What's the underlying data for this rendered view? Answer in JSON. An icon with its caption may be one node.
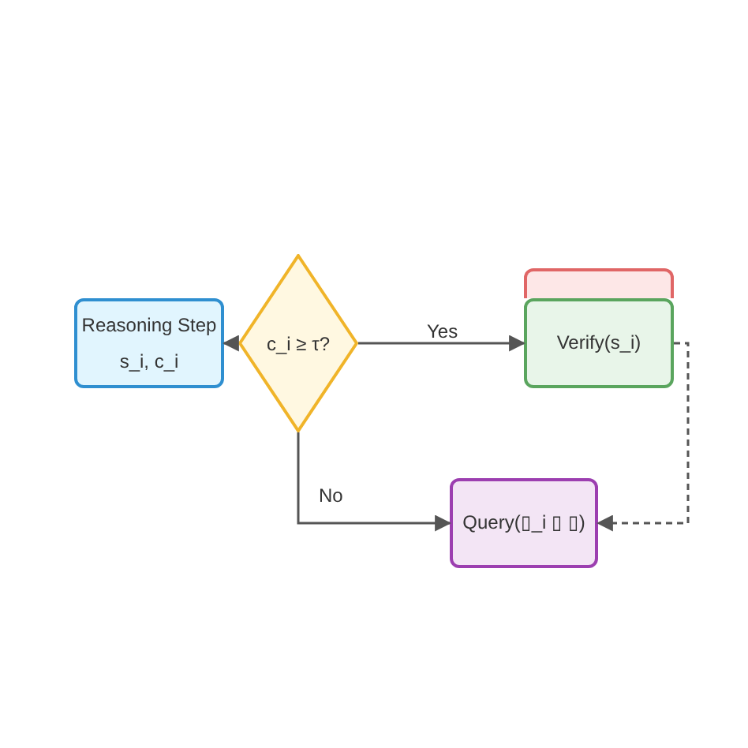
{
  "diagram": {
    "nodes": [
      {
        "text": [
          "Reasoning Step",
          "s_i, c_i"
        ]
      },
      {
        "text": [
          "c_i ≥ τ?"
        ]
      },
      {
        "text": [],
        "shape": "box"
      },
      {
        "text": [
          "Verify(s_i)"
        ]
      },
      {
        "text": [
          "Query(▯_i ▯ ▯)"
        ]
      }
    ],
    "edges": [
      {
        "from": 1,
        "to": 0,
        "arrow": "to",
        "style": "dashed"
      },
      {
        "from": 1,
        "to": 3,
        "arrow": "to",
        "label": "Yes"
      },
      {
        "from": 1,
        "to": 4,
        "arrow": "to",
        "label": "No"
      },
      {
        "from": 3,
        "to": 4,
        "arrow": "to",
        "style": "dashed"
      }
    ]
  }
}
